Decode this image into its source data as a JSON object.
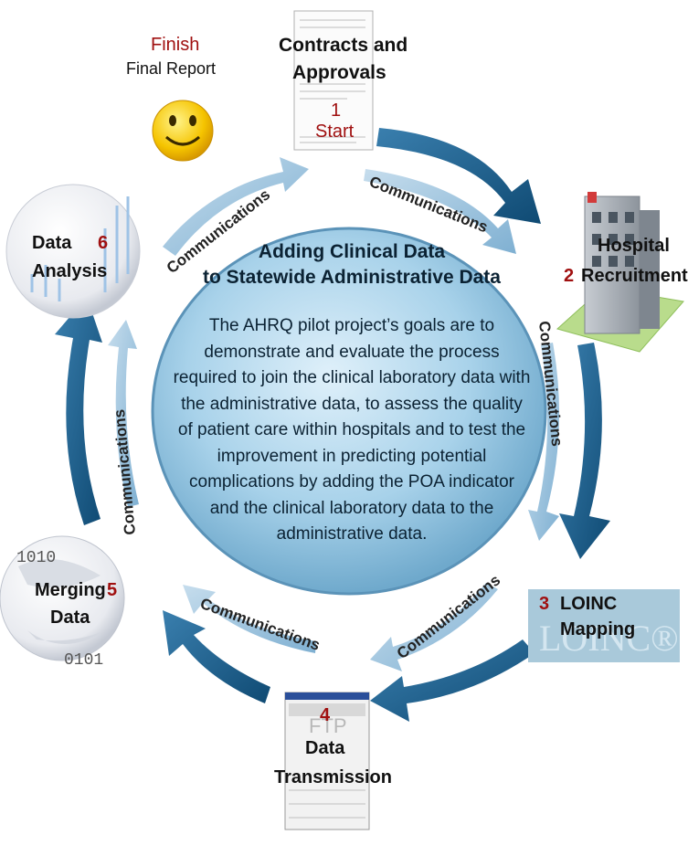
{
  "center": {
    "title": [
      "Adding Clinical Data",
      "to Statewide Administrative Data"
    ],
    "body": [
      "The AHRQ pilot project’s goals are to",
      "demonstrate and evaluate the process",
      "required to join the clinical laboratory data with",
      "the administrative data, to assess the quality",
      "of patient care within hospitals and to test the",
      "improvement in predicting potential",
      "complications by adding the POA indicator",
      "and the clinical laboratory data to the",
      "administrative data."
    ]
  },
  "steps": {
    "finish": {
      "label": "Finish",
      "sublabel": "Final Report"
    },
    "contracts": {
      "label_line1": "Contracts and",
      "label_line2": "Approvals",
      "number": "1",
      "sublabel": "Start"
    },
    "hospital": {
      "label_line1": "Hospital",
      "label_line2": "Recruitment",
      "number": "2"
    },
    "loinc": {
      "number": "3",
      "label_line1": "LOINC",
      "label_line2": "Mapping",
      "logo_text": "LOINC®"
    },
    "transmission": {
      "number": "4",
      "label_line1": "Data",
      "label_line2": "Transmission",
      "screen_letters": "FTP"
    },
    "merging": {
      "label_line1": "Merging",
      "label_line2": "Data",
      "number": "5",
      "binary_top": "1010",
      "binary_bottom": "0101"
    },
    "analysis": {
      "label_line1": "Data",
      "label_line2": "Analysis",
      "number": "6"
    }
  },
  "communications_label": "Communications",
  "colors": {
    "arrow_dark": "#1d5f8a",
    "arrow_light": "#9ec4dc",
    "circle_fill": "#a8d2ea",
    "number_red": "#a01010"
  }
}
